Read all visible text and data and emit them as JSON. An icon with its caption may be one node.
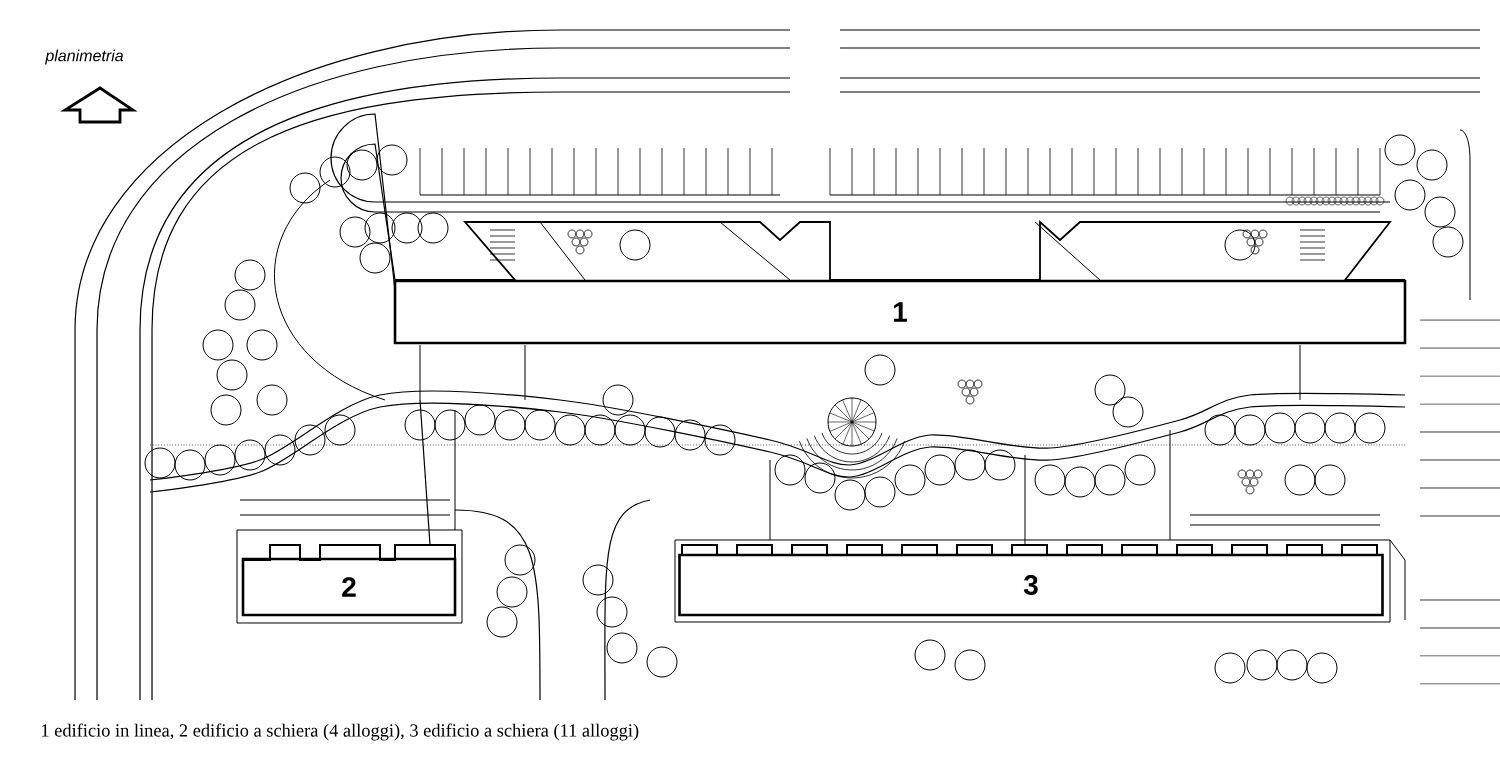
{
  "diagram": {
    "title": "planimetria",
    "caption": "1 edificio in linea, 2 edificio a schiera (4 alloggi), 3 edificio a schiera (11 alloggi)",
    "nodes": [
      {
        "text": [
          "1"
        ]
      },
      {
        "text": [
          "2"
        ]
      },
      {
        "text": [
          "3"
        ]
      }
    ]
  }
}
